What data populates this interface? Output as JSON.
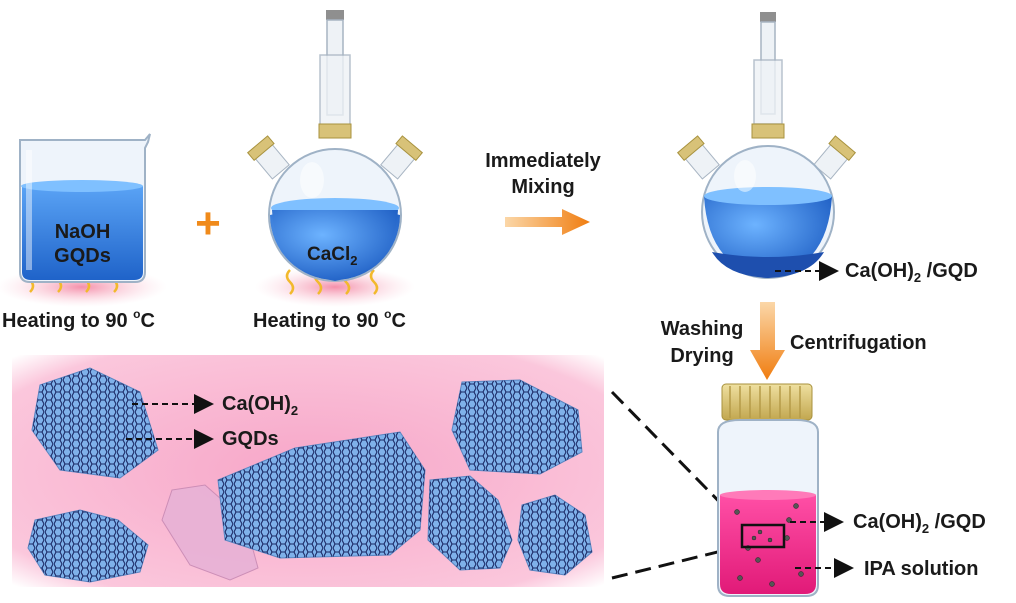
{
  "labels": {
    "naoh": "NaOH",
    "gqds_beaker": "GQDs",
    "heating_1": "Heating to 90 ",
    "heating_2": "Heating to 90 ",
    "degree_sup": "o",
    "degree_unit": "C",
    "cacl": "CaCl",
    "cacl_sub": "2",
    "immediately": "Immediately",
    "mixing": "Mixing",
    "product_top_a": "Ca(OH)",
    "product_sub": "2",
    "product_top_b": " /GQD",
    "washing": "Washing",
    "drying": "Drying",
    "centrifugation": "Centrifugation",
    "caoh_inset": "Ca(OH)",
    "caoh_inset_sub": "2",
    "gqds_inset": "GQDs",
    "product_jar_a": "Ca(OH)",
    "product_jar_sub": "2",
    "product_jar_b": " /GQD",
    "ipa": "IPA solution",
    "plus": "+"
  },
  "colors": {
    "liquid_blue": "#2f7fe0",
    "arrow_orange": "#f08a1a",
    "heat_glow": "#f6a0b8",
    "inset_pink": "#f9b8d2",
    "jar_pink": "#ee2d8c",
    "cap_gold": "#d8c278",
    "flake_blue": "#7fb1ea"
  }
}
